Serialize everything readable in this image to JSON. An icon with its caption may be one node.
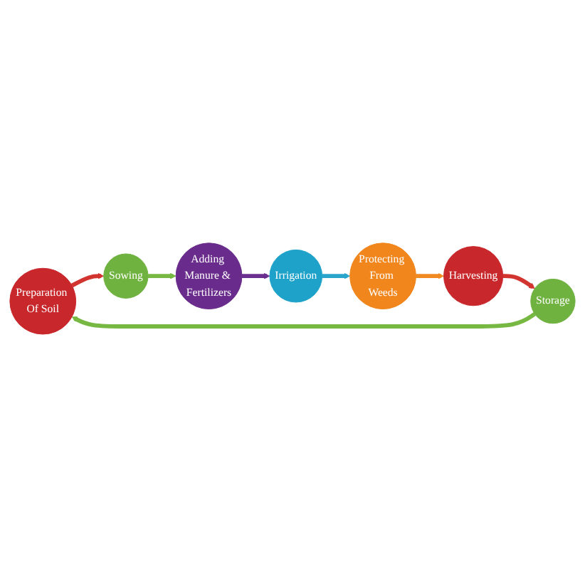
{
  "diagram": {
    "nodes": [
      {
        "text": [
          "Preparation Of Soil"
        ]
      },
      {
        "text": [
          "Sowing"
        ]
      },
      {
        "text": [
          "Adding Manure & Fertilizers"
        ]
      },
      {
        "text": [
          "Irrigation"
        ]
      },
      {
        "text": [
          "Protecting From Weeds"
        ]
      },
      {
        "text": [
          "Harvesting"
        ]
      },
      {
        "text": [
          "Storage"
        ]
      }
    ],
    "edges": [
      {
        "from": 0,
        "to": 1,
        "arrow": "to",
        "color": "#d2352f"
      },
      {
        "from": 1,
        "to": 2,
        "arrow": "to",
        "color": "#77b843"
      },
      {
        "from": 2,
        "to": 3,
        "arrow": "to",
        "color": "#6b2f8f"
      },
      {
        "from": 3,
        "to": 4,
        "arrow": "to",
        "color": "#2aa6cc"
      },
      {
        "from": 4,
        "to": 5,
        "arrow": "to",
        "color": "#f28a22"
      },
      {
        "from": 5,
        "to": 6,
        "arrow": "to",
        "color": "#d2352f"
      },
      {
        "from": 6,
        "to": 0,
        "arrow": "to",
        "color": "#77b843"
      }
    ]
  }
}
